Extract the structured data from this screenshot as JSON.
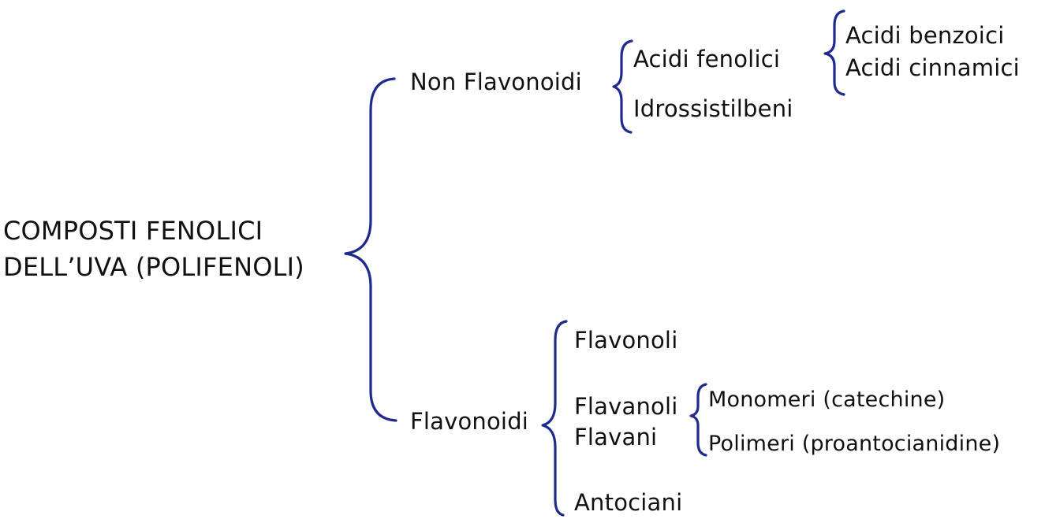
{
  "diagram": {
    "root": {
      "line1": "COMPOSTI FENOLICI",
      "line2": "DELL’UVA (POLIFENOLI)"
    },
    "non_flavonoidi": {
      "label": "Non Flavonoidi",
      "acidi_fenolici": {
        "label": "Acidi fenolici",
        "children": [
          "Acidi benzoici",
          "Acidi cinnamici"
        ]
      },
      "idrossistilbeni": "Idrossistilbeni"
    },
    "flavonoidi": {
      "label": "Flavonoidi",
      "flavonoli": "Flavonoli",
      "flavanoli": "Flavanoli",
      "flavani": "Flavani",
      "flavan_children": [
        "Monomeri (catechine)",
        "Polimeri (proantocianidine)"
      ],
      "antociani": "Antociani"
    },
    "colors": {
      "brace": "#1e2a8c",
      "text": "#111111"
    }
  }
}
